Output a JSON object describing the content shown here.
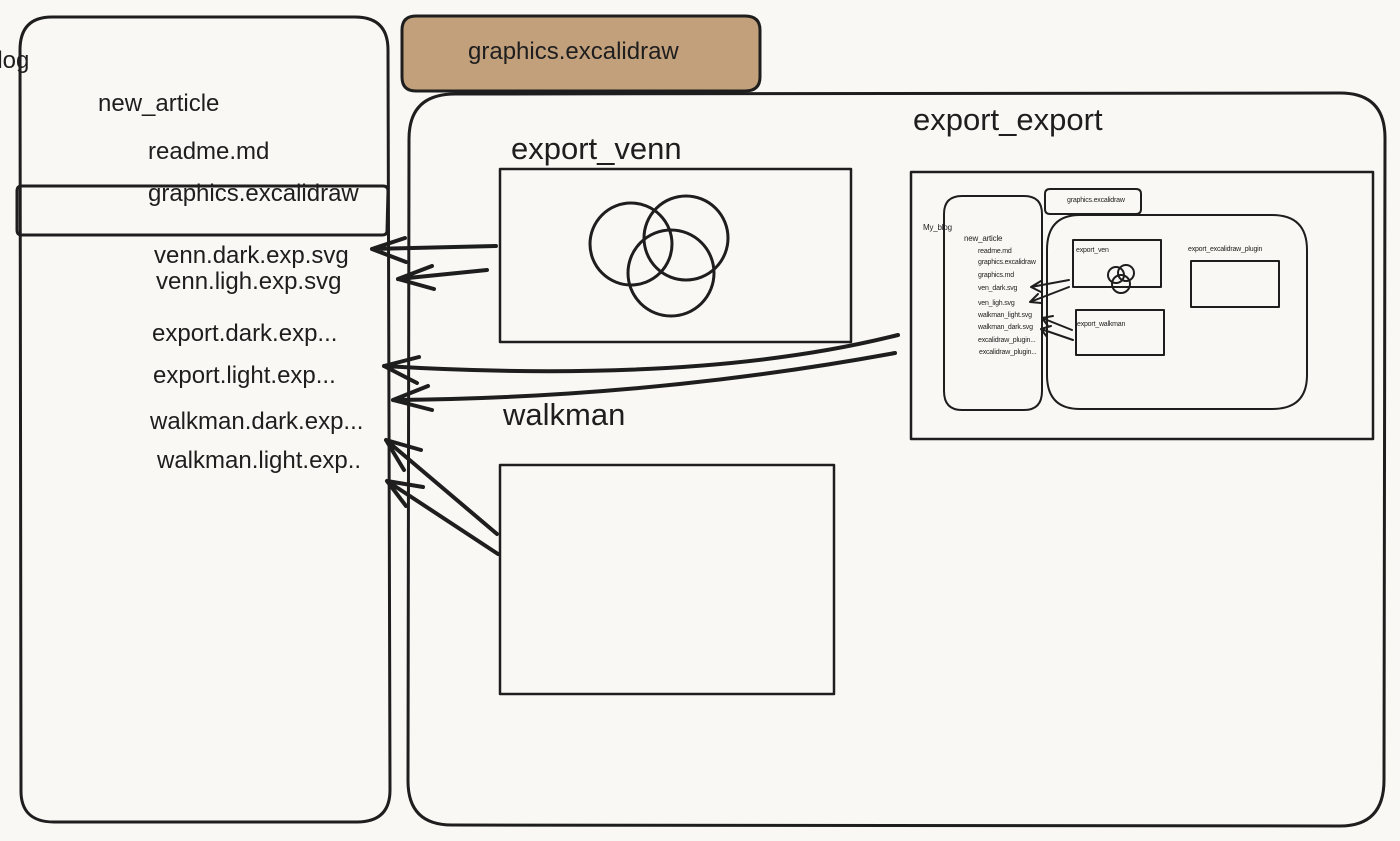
{
  "colors": {
    "background": "#faf8f5",
    "stroke": "#1e1e1e",
    "tab_fill": "#c2a07c"
  },
  "sidebar": {
    "root_label": "blog",
    "folder_label": "new_article",
    "files": [
      "readme.md",
      "graphics.excalidraw",
      "venn.dark.exp.svg",
      "venn.ligh.exp.svg",
      "export.dark.exp...",
      "export.light.exp...",
      "walkman.dark.exp...",
      "walkman.light.exp.."
    ]
  },
  "tab": {
    "label": "graphics.excalidraw"
  },
  "canvas": {
    "frames": {
      "venn": "export_venn",
      "walkman": "walkman",
      "export": "export_export"
    }
  },
  "thumbnail": {
    "tab_label": "graphics.excalidraw",
    "root_label": "My_blog",
    "folder_label": "new_article",
    "files": [
      "readme.md",
      "graphics.excalidraw",
      "graphics.md",
      "ven_dark.svg",
      "ven_ligh.svg",
      "walkman_light.svg",
      "walkman_dark.svg",
      "excalidraw_plugin...",
      "excalidraw_plugin..."
    ],
    "frames": {
      "venn": "export_ven",
      "walkman": "export_walkman",
      "plugin": "export_excalidraw_plugin"
    }
  }
}
